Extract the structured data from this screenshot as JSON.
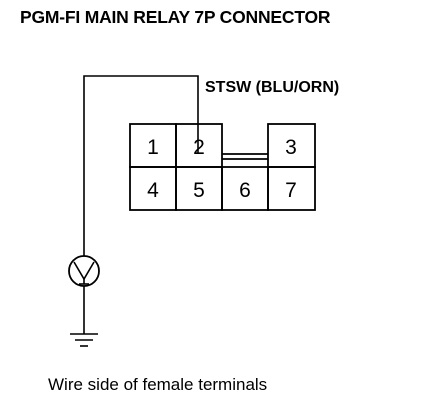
{
  "title": "PGM-FI MAIN RELAY 7P CONNECTOR",
  "wire_label": "STSW (BLU/ORN)",
  "caption": "Wire side of female terminals",
  "connector": {
    "top_row": [
      "1",
      "2",
      "3"
    ],
    "bottom_row": [
      "4",
      "5",
      "6",
      "7"
    ]
  },
  "meter_symbol": "V"
}
